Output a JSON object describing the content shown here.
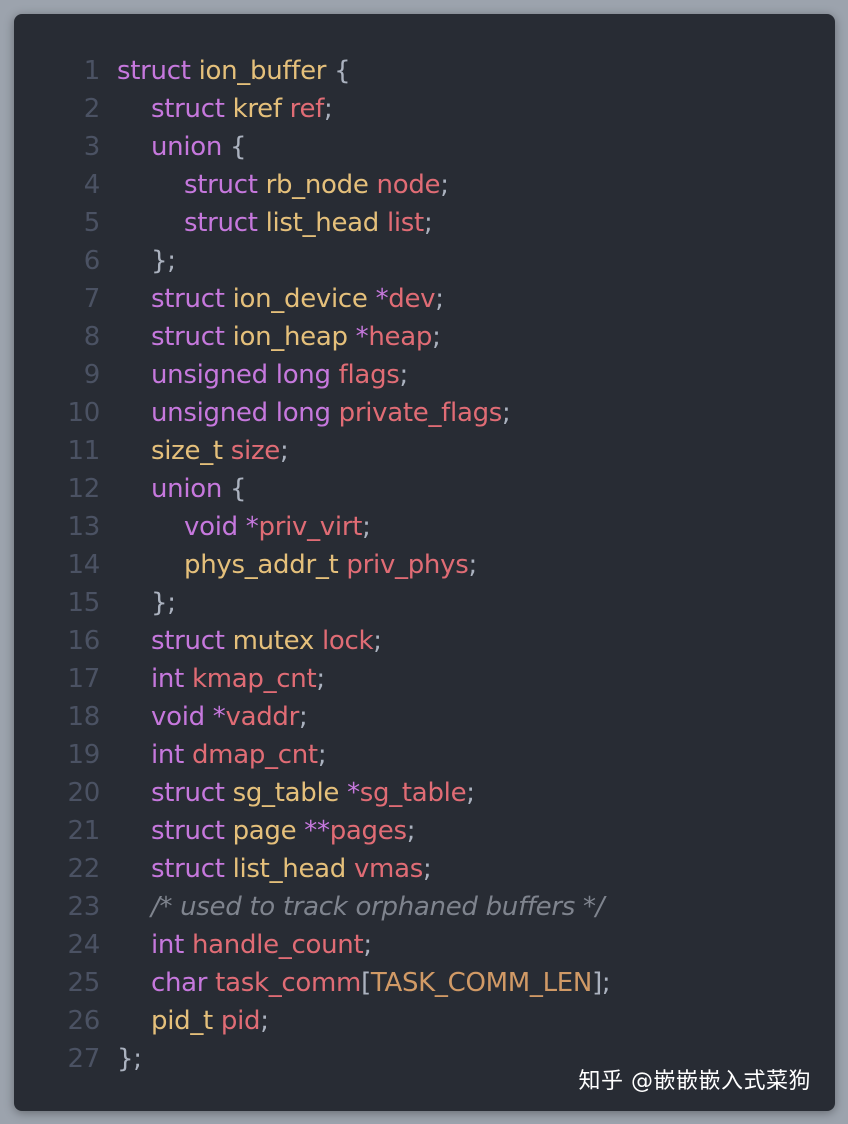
{
  "colors": {
    "background": "#282c34",
    "keyword": "#c678dd",
    "type": "#e5c07b",
    "identifier": "#e06c75",
    "punctuation": "#abb2bf",
    "comment": "#7f848e",
    "macro": "#d19a66",
    "line_number": "#4b5263"
  },
  "watermark": "知乎 @嵌嵌嵌入式菜狗",
  "lines": [
    {
      "n": "1",
      "indent": 0,
      "tokens": [
        [
          "kw",
          "struct"
        ],
        [
          "pn",
          " "
        ],
        [
          "ty",
          "ion_buffer"
        ],
        [
          "pn",
          " {"
        ]
      ]
    },
    {
      "n": "2",
      "indent": 1,
      "tokens": [
        [
          "kw",
          "struct"
        ],
        [
          "pn",
          " "
        ],
        [
          "ty",
          "kref"
        ],
        [
          "pn",
          " "
        ],
        [
          "id",
          "ref"
        ],
        [
          "pn",
          ";"
        ]
      ]
    },
    {
      "n": "3",
      "indent": 1,
      "tokens": [
        [
          "kw",
          "union"
        ],
        [
          "pn",
          " {"
        ]
      ]
    },
    {
      "n": "4",
      "indent": 2,
      "tokens": [
        [
          "kw",
          "struct"
        ],
        [
          "pn",
          " "
        ],
        [
          "ty",
          "rb_node"
        ],
        [
          "pn",
          " "
        ],
        [
          "id",
          "node"
        ],
        [
          "pn",
          ";"
        ]
      ]
    },
    {
      "n": "5",
      "indent": 2,
      "tokens": [
        [
          "kw",
          "struct"
        ],
        [
          "pn",
          " "
        ],
        [
          "ty",
          "list_head"
        ],
        [
          "pn",
          " "
        ],
        [
          "id",
          "list"
        ],
        [
          "pn",
          ";"
        ]
      ]
    },
    {
      "n": "6",
      "indent": 1,
      "tokens": [
        [
          "pn",
          "};"
        ]
      ]
    },
    {
      "n": "7",
      "indent": 1,
      "tokens": [
        [
          "kw",
          "struct"
        ],
        [
          "pn",
          " "
        ],
        [
          "ty",
          "ion_device"
        ],
        [
          "pn",
          " "
        ],
        [
          "op",
          "*"
        ],
        [
          "id",
          "dev"
        ],
        [
          "pn",
          ";"
        ]
      ]
    },
    {
      "n": "8",
      "indent": 1,
      "tokens": [
        [
          "kw",
          "struct"
        ],
        [
          "pn",
          " "
        ],
        [
          "ty",
          "ion_heap"
        ],
        [
          "pn",
          " "
        ],
        [
          "op",
          "*"
        ],
        [
          "id",
          "heap"
        ],
        [
          "pn",
          ";"
        ]
      ]
    },
    {
      "n": "9",
      "indent": 1,
      "tokens": [
        [
          "kw",
          "unsigned long"
        ],
        [
          "pn",
          " "
        ],
        [
          "id",
          "flags"
        ],
        [
          "pn",
          ";"
        ]
      ]
    },
    {
      "n": "10",
      "indent": 1,
      "tokens": [
        [
          "kw",
          "unsigned long"
        ],
        [
          "pn",
          " "
        ],
        [
          "id",
          "private_flags"
        ],
        [
          "pn",
          ";"
        ]
      ]
    },
    {
      "n": "11",
      "indent": 1,
      "tokens": [
        [
          "ty",
          "size_t"
        ],
        [
          "pn",
          " "
        ],
        [
          "id",
          "size"
        ],
        [
          "pn",
          ";"
        ]
      ]
    },
    {
      "n": "12",
      "indent": 1,
      "tokens": [
        [
          "kw",
          "union"
        ],
        [
          "pn",
          " {"
        ]
      ]
    },
    {
      "n": "13",
      "indent": 2,
      "tokens": [
        [
          "kw",
          "void"
        ],
        [
          "pn",
          " "
        ],
        [
          "op",
          "*"
        ],
        [
          "id",
          "priv_virt"
        ],
        [
          "pn",
          ";"
        ]
      ]
    },
    {
      "n": "14",
      "indent": 2,
      "tokens": [
        [
          "ty",
          "phys_addr_t"
        ],
        [
          "pn",
          " "
        ],
        [
          "id",
          "priv_phys"
        ],
        [
          "pn",
          ";"
        ]
      ]
    },
    {
      "n": "15",
      "indent": 1,
      "tokens": [
        [
          "pn",
          "};"
        ]
      ]
    },
    {
      "n": "16",
      "indent": 1,
      "tokens": [
        [
          "kw",
          "struct"
        ],
        [
          "pn",
          " "
        ],
        [
          "ty",
          "mutex"
        ],
        [
          "pn",
          " "
        ],
        [
          "id",
          "lock"
        ],
        [
          "pn",
          ";"
        ]
      ]
    },
    {
      "n": "17",
      "indent": 1,
      "tokens": [
        [
          "kw",
          "int"
        ],
        [
          "pn",
          " "
        ],
        [
          "id",
          "kmap_cnt"
        ],
        [
          "pn",
          ";"
        ]
      ]
    },
    {
      "n": "18",
      "indent": 1,
      "tokens": [
        [
          "kw",
          "void"
        ],
        [
          "pn",
          " "
        ],
        [
          "op",
          "*"
        ],
        [
          "id",
          "vaddr"
        ],
        [
          "pn",
          ";"
        ]
      ]
    },
    {
      "n": "19",
      "indent": 1,
      "tokens": [
        [
          "kw",
          "int"
        ],
        [
          "pn",
          " "
        ],
        [
          "id",
          "dmap_cnt"
        ],
        [
          "pn",
          ";"
        ]
      ]
    },
    {
      "n": "20",
      "indent": 1,
      "tokens": [
        [
          "kw",
          "struct"
        ],
        [
          "pn",
          " "
        ],
        [
          "ty",
          "sg_table"
        ],
        [
          "pn",
          " "
        ],
        [
          "op",
          "*"
        ],
        [
          "id",
          "sg_table"
        ],
        [
          "pn",
          ";"
        ]
      ]
    },
    {
      "n": "21",
      "indent": 1,
      "tokens": [
        [
          "kw",
          "struct"
        ],
        [
          "pn",
          " "
        ],
        [
          "ty",
          "page"
        ],
        [
          "pn",
          " "
        ],
        [
          "op",
          "**"
        ],
        [
          "id",
          "pages"
        ],
        [
          "pn",
          ";"
        ]
      ]
    },
    {
      "n": "22",
      "indent": 1,
      "tokens": [
        [
          "kw",
          "struct"
        ],
        [
          "pn",
          " "
        ],
        [
          "ty",
          "list_head"
        ],
        [
          "pn",
          " "
        ],
        [
          "id",
          "vmas"
        ],
        [
          "pn",
          ";"
        ]
      ]
    },
    {
      "n": "23",
      "indent": 1,
      "tokens": [
        [
          "cm",
          "/* used to track orphaned buffers */"
        ]
      ]
    },
    {
      "n": "24",
      "indent": 1,
      "tokens": [
        [
          "kw",
          "int"
        ],
        [
          "pn",
          " "
        ],
        [
          "id",
          "handle_count"
        ],
        [
          "pn",
          ";"
        ]
      ]
    },
    {
      "n": "25",
      "indent": 1,
      "tokens": [
        [
          "kw",
          "char"
        ],
        [
          "pn",
          " "
        ],
        [
          "id",
          "task_comm"
        ],
        [
          "pn",
          "["
        ],
        [
          "mc",
          "TASK_COMM_LEN"
        ],
        [
          "pn",
          "];"
        ]
      ]
    },
    {
      "n": "26",
      "indent": 1,
      "tokens": [
        [
          "ty",
          "pid_t"
        ],
        [
          "pn",
          " "
        ],
        [
          "id",
          "pid"
        ],
        [
          "pn",
          ";"
        ]
      ]
    },
    {
      "n": "27",
      "indent": 0,
      "tokens": [
        [
          "pn",
          "};"
        ]
      ]
    }
  ]
}
